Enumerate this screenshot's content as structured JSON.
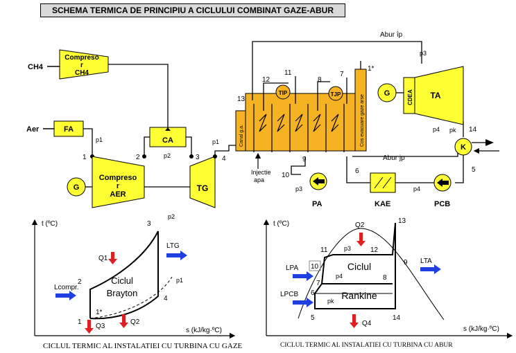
{
  "title": "SCHEMA TERMICA DE PRINCIPIU A CICLULUI COMBINAT GAZE-ABUR",
  "colors": {
    "equipment": "#ffff33",
    "hrsg": "#f5b324",
    "arrow_red": "#e02020",
    "arrow_blue": "#1f3fe0"
  },
  "inputs": {
    "ch4": "CH4",
    "aer": "Aer"
  },
  "equipment": {
    "compresor_ch4": [
      "Compreso",
      "r",
      "CH4"
    ],
    "fa": "FA",
    "ca": "CA",
    "compresor_aer": [
      "Compreso",
      "r",
      "AER"
    ],
    "tg": "TG",
    "g1": "G",
    "g2": "G",
    "cdea": "CDEA",
    "ta": "TA",
    "tip": "TIP",
    "tjp": "TJP",
    "pa": "PA",
    "kae": "KAE",
    "pcb": "PCB",
    "k": "K",
    "canal": "Canal g.a.",
    "cos": "Cos evacuare gaze arse"
  },
  "labels": {
    "abur_ip": "Abur îp",
    "abur_jp": "Abur jp",
    "injectie": [
      "Injectie",
      "apa"
    ],
    "p1a": "p1",
    "p1b": "p1",
    "p2": "p2",
    "p3a": "p3",
    "p3b": "p3",
    "p4a": "p4",
    "p4b": "p4",
    "pk": "pk",
    "n1": "1",
    "n2": "2",
    "n3": "3",
    "n4": "4",
    "n5": "5",
    "n6": "6",
    "n7": "7",
    "n8": "8",
    "n9": "9",
    "n10": "10",
    "n11": "11",
    "n12": "12",
    "n13": "13",
    "n14": "14",
    "n1s": "1*"
  },
  "brayton": {
    "y_axis": "t (ºC)",
    "x_axis": "s (kJ/kg·ºC)",
    "cycle": [
      "Ciclul",
      "Brayton"
    ],
    "q1": "Q1",
    "q2": "Q2",
    "q3": "Q3",
    "lcompr": "Lcompr.",
    "ltg": "LTG",
    "p1": "p1",
    "p2": "p2",
    "pts": {
      "1": "1",
      "1s": "1*",
      "2": "2",
      "3": "3",
      "4": "4"
    },
    "caption": "CICLUL TERMIC AL INSTALATIEI CU TURBINA CU GAZE"
  },
  "rankine": {
    "y_axis": "t (ºC)",
    "x_axis": "s (kJ/kg·ºC)",
    "ciclul": "Ciclul",
    "rankine": "Rankine",
    "q2": "Q2",
    "q4": "Q4",
    "lpa": "LPA",
    "lpcb": "LPCB",
    "lta": "LTA",
    "p3": "p3",
    "p4": "p4",
    "pk": "pk",
    "pts": {
      "5": "5",
      "6": "6",
      "7": "7",
      "8": "8",
      "9": "9",
      "10": "10",
      "11": "11",
      "12": "12",
      "13": "13",
      "14": "14"
    },
    "caption": "CICLUL TERMIC AL INSTALATIEI CU TURBINA CU ABUR"
  }
}
